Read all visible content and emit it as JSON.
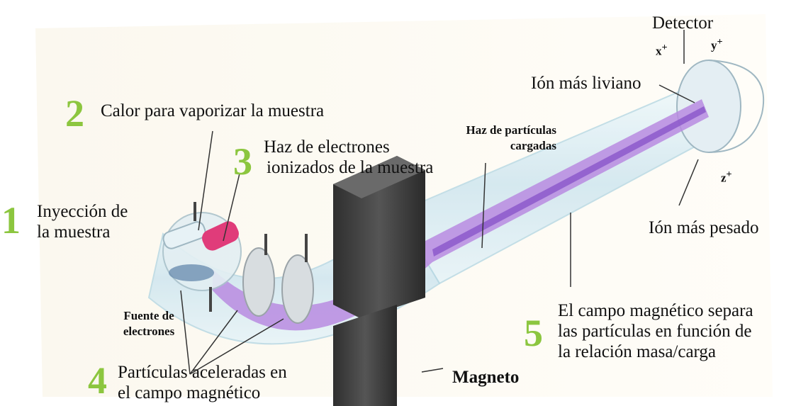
{
  "labels": {
    "detector": "Detector",
    "light_ion": "Ión más liviano",
    "heavy_ion": "Ión más pesado",
    "beam": [
      "Haz de partículas",
      "cargadas"
    ],
    "heat": "Calor para vaporizar la muestra",
    "electron_beam": [
      "Haz de electrones",
      "ionizados de la muestra"
    ],
    "injection": [
      "Inyección de",
      "la muestra"
    ],
    "electron_source": [
      "Fuente de",
      "electrones"
    ],
    "accelerated": [
      "Partículas aceleradas en",
      "el campo magnético"
    ],
    "magnet": "Magneto",
    "field_separates": [
      "El campo magnético separa",
      "las partículas en función de",
      "la relación masa/carga"
    ]
  },
  "step_numbers": [
    "1",
    "2",
    "3",
    "4",
    "5"
  ],
  "axes": {
    "x": "x",
    "y": "y",
    "z": "z",
    "sign": "+"
  },
  "colors": {
    "step_number": "#8cc63f",
    "beam": "#b98be0",
    "tube": "#cfe6ef",
    "magnet": "#3d3d3d",
    "sample_tube": "#e03c7a"
  }
}
